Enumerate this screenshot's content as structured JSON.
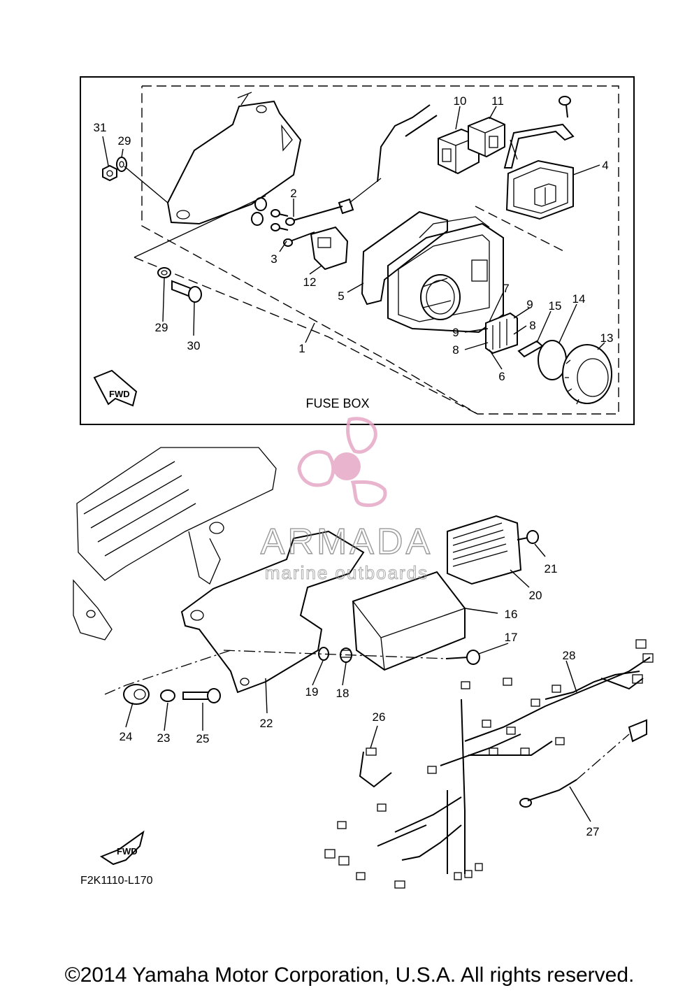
{
  "diagram": {
    "code": "F2K1110-L170",
    "fuse_box_caption": "FUSE BOX",
    "fwd_label": "FWD",
    "part_labels": [
      "1",
      "2",
      "3",
      "4",
      "5",
      "6",
      "7",
      "8",
      "9",
      "10",
      "11",
      "12",
      "13",
      "14",
      "15",
      "16",
      "17",
      "18",
      "19",
      "20",
      "21",
      "22",
      "23",
      "24",
      "25",
      "26",
      "27",
      "28",
      "29",
      "30",
      "31"
    ]
  },
  "watermark": {
    "name": "ARMADA",
    "tagline": "marine outboards",
    "color": "#e6a7c6"
  },
  "copyright": "©2014 Yamaha Motor Corporation, U.S.A. All rights reserved."
}
